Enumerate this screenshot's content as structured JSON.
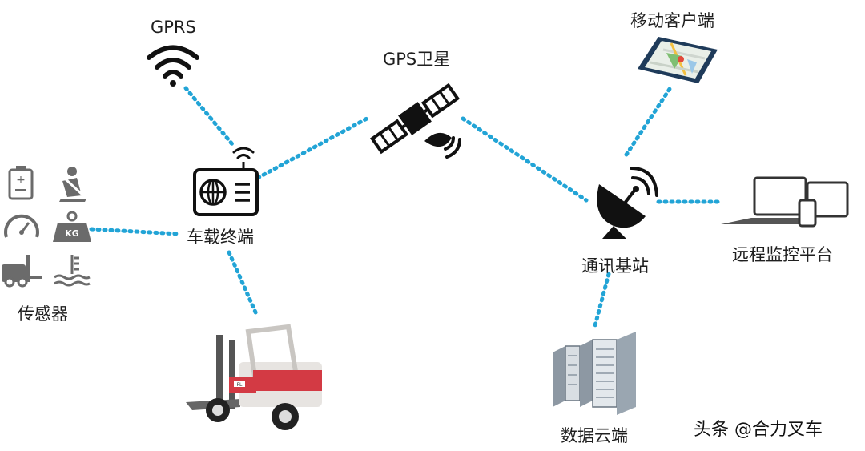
{
  "diagram": {
    "nodes": {
      "gprs": "GPRS",
      "gps_satellite": "GPS卫星",
      "mobile_client": "移动客户端",
      "vehicle_terminal": "车载终端",
      "sensors": "传感器",
      "base_station": "通讯基站",
      "remote_platform": "远程监控平台",
      "data_cloud": "数据云端"
    },
    "sensor_icons": [
      "battery-icon",
      "seatbelt-icon",
      "speedometer-icon",
      "weight-icon",
      "forklift-icon",
      "temperature-icon"
    ],
    "weight_badge": "KG",
    "forklift_plate": "FL",
    "connection_color": "#22a4d6",
    "accent_red": "#d33a44"
  },
  "watermark": "头条 @合力叉车"
}
